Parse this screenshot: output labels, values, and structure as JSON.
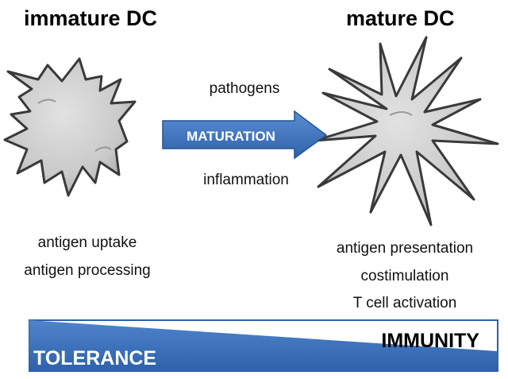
{
  "immature": {
    "title": "immature DC",
    "labels": [
      "antigen uptake",
      "antigen processing"
    ]
  },
  "mature": {
    "title": "mature DC",
    "labels": [
      "antigen presentation",
      "costimulation",
      "T cell activation"
    ]
  },
  "transition": {
    "top_label": "pathogens",
    "arrow_label": "MATURATION",
    "bottom_label": "inflammation"
  },
  "gradient_bar": {
    "left_label": "TOLERANCE",
    "right_label": "IMMUNITY"
  },
  "colors": {
    "arrow_fill": "#3f74be",
    "bar_fill": "#3f74be",
    "cell_fill": "#cfcfcf",
    "cell_outline": "#3a3a3a"
  }
}
